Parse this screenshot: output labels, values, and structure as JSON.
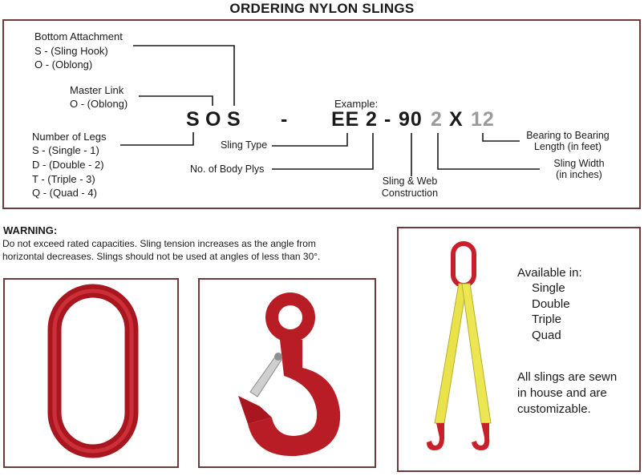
{
  "title": "ORDERING NYLON SLINGS",
  "diagram": {
    "bottom_attachment": {
      "heading": "Bottom Attachment",
      "options": [
        "S - (Sling Hook)",
        "O - (Oblong)"
      ]
    },
    "master_link": {
      "heading": "Master Link",
      "options": [
        "O - (Oblong)"
      ]
    },
    "number_of_legs": {
      "heading": "Number of Legs",
      "options": [
        "S - (Single - 1)",
        "D - (Double - 2)",
        "T - (Triple - 3)",
        "Q - (Quad - 4)"
      ]
    },
    "example_label": "Example:",
    "code": {
      "legs": "S",
      "master": "O",
      "bottom": "S",
      "dash1": "-",
      "type": "EE",
      "plys": "2",
      "dash2": "-",
      "construction": "90",
      "width": "2",
      "x": "X",
      "length": "12"
    },
    "sling_type": "Sling Type",
    "body_plys": "No. of Body Plys",
    "construction_label": [
      "Sling & Web",
      "Construction"
    ],
    "width_label": [
      "Sling Width",
      "(in inches)"
    ],
    "length_label": [
      "Bearing to Bearing",
      "Length (in feet)"
    ]
  },
  "warning": {
    "title": "WARNING:",
    "lines": [
      "Do not exceed rated capacities. Sling tension increases as the angle from",
      "horizontal decreases. Slings should not be used at angles of less than 30°."
    ]
  },
  "availability": {
    "heading": "Available in:",
    "options": [
      "Single",
      "Double",
      "Triple",
      "Quad"
    ],
    "note": [
      "All slings are sewn",
      "in house and are",
      "customizable."
    ]
  },
  "colors": {
    "frame": "#6b3a3a",
    "hardware_red": "#c8202a",
    "webbing_yellow": "#e9e24a",
    "code_gray": "#9a9a9a"
  }
}
